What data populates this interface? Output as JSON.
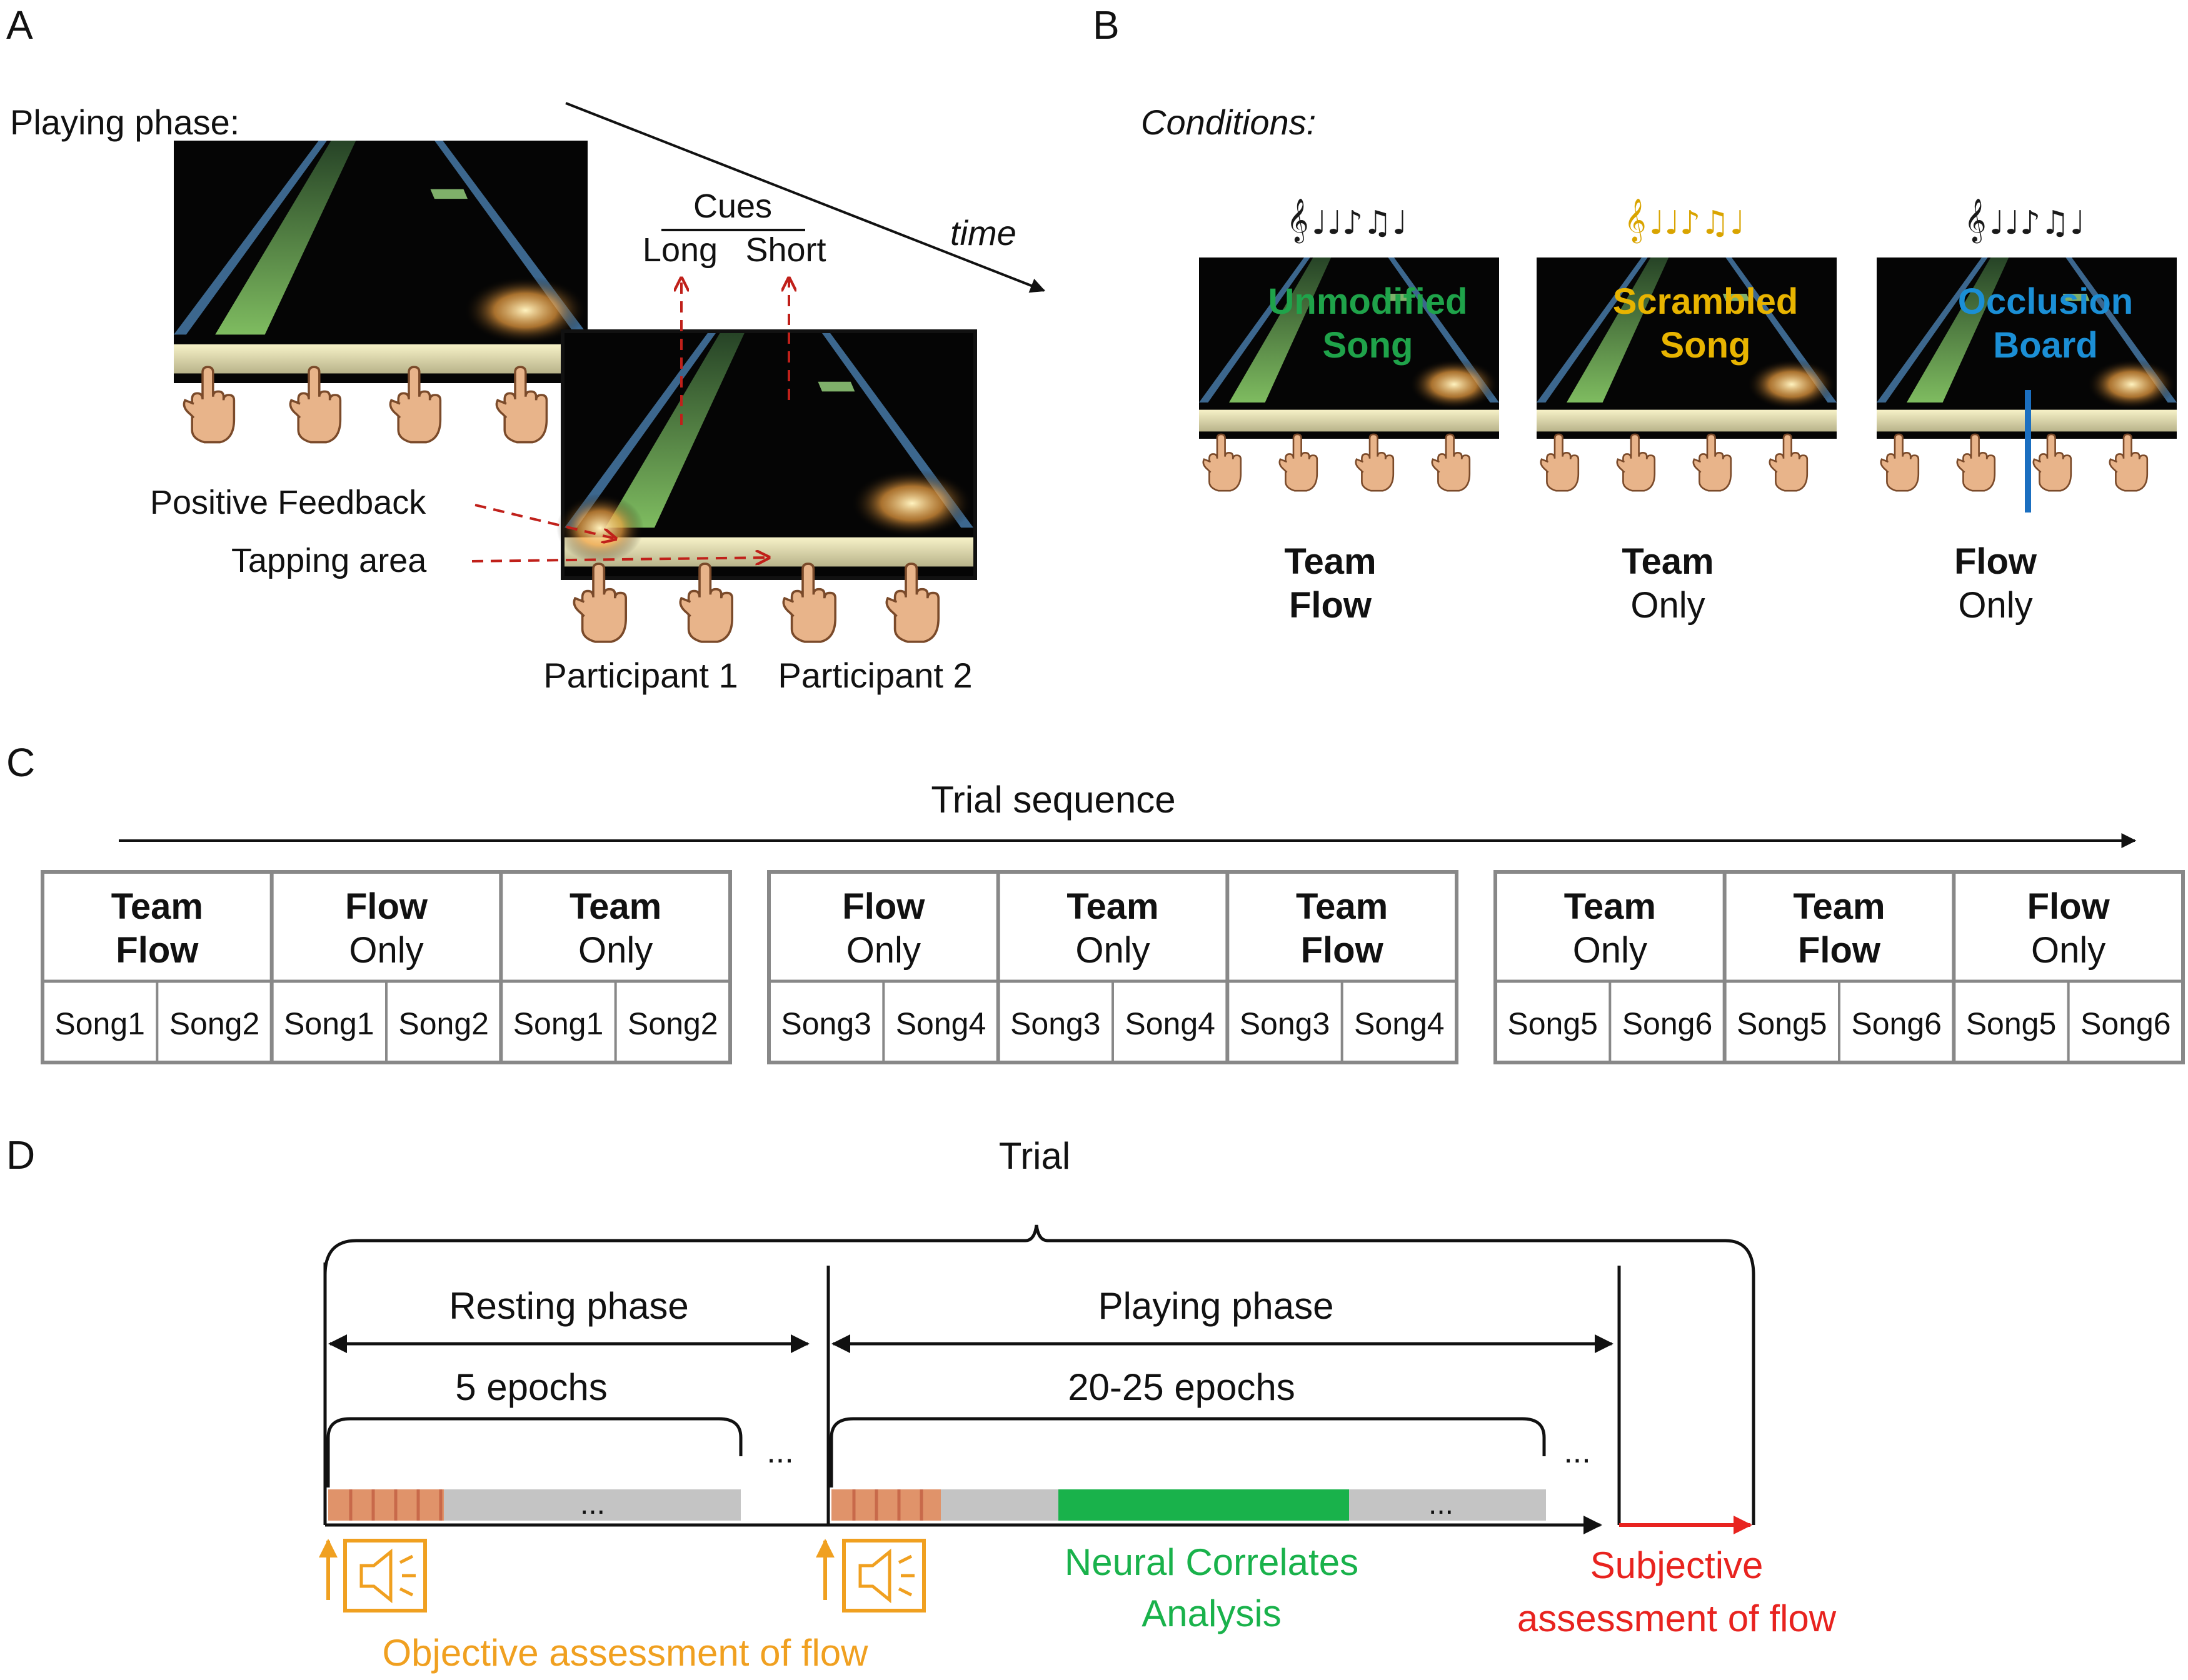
{
  "panels": {
    "a": "A",
    "b": "B",
    "c": "C",
    "d": "D"
  },
  "panel_a": {
    "playing_phase": "Playing phase:",
    "time": "time",
    "cues": "Cues",
    "cue_long": "Long",
    "cue_short": "Short",
    "positive_feedback": "Positive Feedback",
    "tapping_area": "Tapping area",
    "participant_1": "Participant 1",
    "participant_2": "Participant 2"
  },
  "panel_b": {
    "conditions_label": "Conditions:",
    "conditions": [
      {
        "overlay_line1": "Unmodified",
        "overlay_line2": "Song",
        "overlay_color": "#1fa34a",
        "name_line1": "Team",
        "name_line2": "Flow",
        "bold_lines": [
          1,
          2
        ],
        "notes_color": "#1a1a1a"
      },
      {
        "overlay_line1": "Scrambled",
        "overlay_line2": "Song",
        "overlay_color": "#e8b400",
        "name_line1": "Team",
        "name_line2": "Only",
        "bold_lines": [
          1
        ],
        "notes_color": "#d9a400"
      },
      {
        "overlay_line1": "Occlusion",
        "overlay_line2": "Board",
        "overlay_color": "#1b8fd6",
        "name_line1": "Flow",
        "name_line2": "Only",
        "bold_lines": [
          1
        ],
        "notes_color": "#1a1a1a"
      }
    ]
  },
  "panel_c": {
    "title": "Trial sequence",
    "blocks": [
      {
        "conditions": [
          {
            "line1": "Team",
            "line2": "Flow",
            "bold2": true,
            "songs": [
              "Song1",
              "Song2"
            ]
          },
          {
            "line1": "Flow",
            "line2": "Only",
            "bold2": false,
            "songs": [
              "Song1",
              "Song2"
            ]
          },
          {
            "line1": "Team",
            "line2": "Only",
            "bold2": false,
            "songs": [
              "Song1",
              "Song2"
            ]
          }
        ]
      },
      {
        "conditions": [
          {
            "line1": "Flow",
            "line2": "Only",
            "bold2": false,
            "songs": [
              "Song3",
              "Song4"
            ]
          },
          {
            "line1": "Team",
            "line2": "Only",
            "bold2": false,
            "songs": [
              "Song3",
              "Song4"
            ]
          },
          {
            "line1": "Team",
            "line2": "Flow",
            "bold2": true,
            "songs": [
              "Song3",
              "Song4"
            ]
          }
        ]
      },
      {
        "conditions": [
          {
            "line1": "Team",
            "line2": "Only",
            "bold2": false,
            "songs": [
              "Song5",
              "Song6"
            ]
          },
          {
            "line1": "Team",
            "line2": "Flow",
            "bold2": true,
            "songs": [
              "Song5",
              "Song6"
            ]
          },
          {
            "line1": "Flow",
            "line2": "Only",
            "bold2": false,
            "songs": [
              "Song5",
              "Song6"
            ]
          }
        ]
      }
    ]
  },
  "panel_d": {
    "trial": "Trial",
    "resting_phase": "Resting phase",
    "playing_phase": "Playing phase",
    "rest_epochs": "5 epochs",
    "play_epochs": "20-25 epochs",
    "ellipsis": "...",
    "neural_line1": "Neural Correlates",
    "neural_line2": "Analysis",
    "subjective_line1": "Subjective",
    "subjective_line2": "assessment of flow",
    "objective": "Objective assessment of flow",
    "colors": {
      "epoch_stripe": "#e0936a",
      "epoch_gray": "#c4c4c4",
      "neural": "#19b24b",
      "subjective": "#e8231f",
      "objective": "#f0a020"
    }
  }
}
